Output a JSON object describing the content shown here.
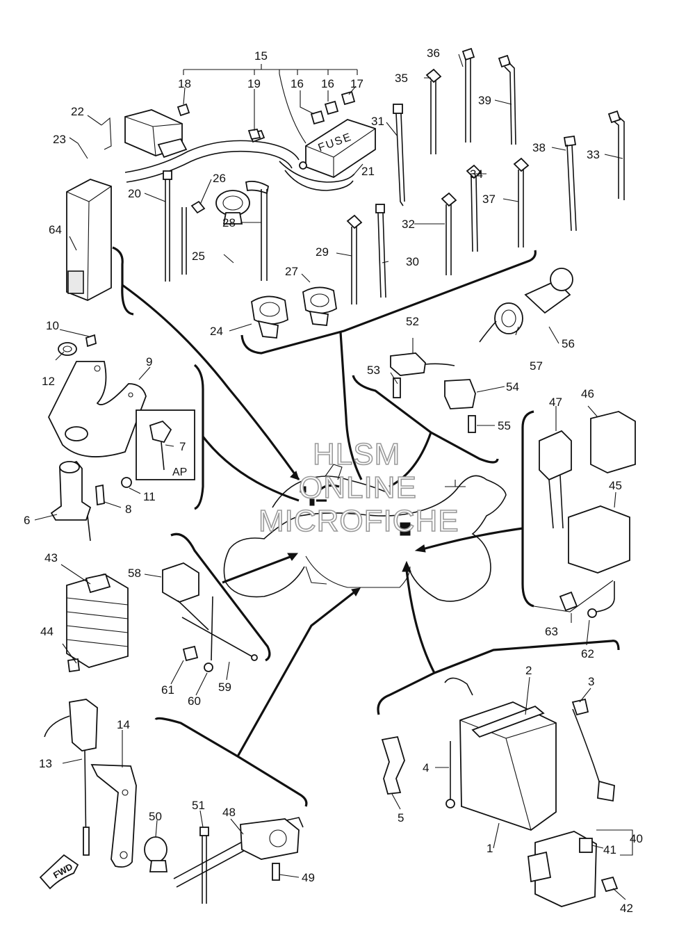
{
  "watermark": [
    "HLSM",
    "ONLINE",
    "MICROFICHE"
  ],
  "fuse_text": "FUSE",
  "ap_text": "AP",
  "fwd_text": "FWD",
  "callouts": [
    {
      "n": "1"
    },
    {
      "n": "2"
    },
    {
      "n": "3"
    },
    {
      "n": "4"
    },
    {
      "n": "5"
    },
    {
      "n": "6"
    },
    {
      "n": "7"
    },
    {
      "n": "8"
    },
    {
      "n": "9"
    },
    {
      "n": "10"
    },
    {
      "n": "11"
    },
    {
      "n": "12"
    },
    {
      "n": "13"
    },
    {
      "n": "14"
    },
    {
      "n": "15"
    },
    {
      "n": "16"
    },
    {
      "n": "16"
    },
    {
      "n": "17"
    },
    {
      "n": "18"
    },
    {
      "n": "19"
    },
    {
      "n": "20"
    },
    {
      "n": "21"
    },
    {
      "n": "22"
    },
    {
      "n": "23"
    },
    {
      "n": "24"
    },
    {
      "n": "25"
    },
    {
      "n": "26"
    },
    {
      "n": "27"
    },
    {
      "n": "28"
    },
    {
      "n": "29"
    },
    {
      "n": "30"
    },
    {
      "n": "31"
    },
    {
      "n": "32"
    },
    {
      "n": "33"
    },
    {
      "n": "34"
    },
    {
      "n": "35"
    },
    {
      "n": "36"
    },
    {
      "n": "37"
    },
    {
      "n": "38"
    },
    {
      "n": "39"
    },
    {
      "n": "40"
    },
    {
      "n": "41"
    },
    {
      "n": "42"
    },
    {
      "n": "43"
    },
    {
      "n": "44"
    },
    {
      "n": "45"
    },
    {
      "n": "46"
    },
    {
      "n": "47"
    },
    {
      "n": "48"
    },
    {
      "n": "49"
    },
    {
      "n": "50"
    },
    {
      "n": "51"
    },
    {
      "n": "52"
    },
    {
      "n": "53"
    },
    {
      "n": "54"
    },
    {
      "n": "55"
    },
    {
      "n": "56"
    },
    {
      "n": "57"
    },
    {
      "n": "58"
    },
    {
      "n": "59"
    },
    {
      "n": "60"
    },
    {
      "n": "61"
    },
    {
      "n": "62"
    },
    {
      "n": "63"
    },
    {
      "n": "64"
    }
  ]
}
